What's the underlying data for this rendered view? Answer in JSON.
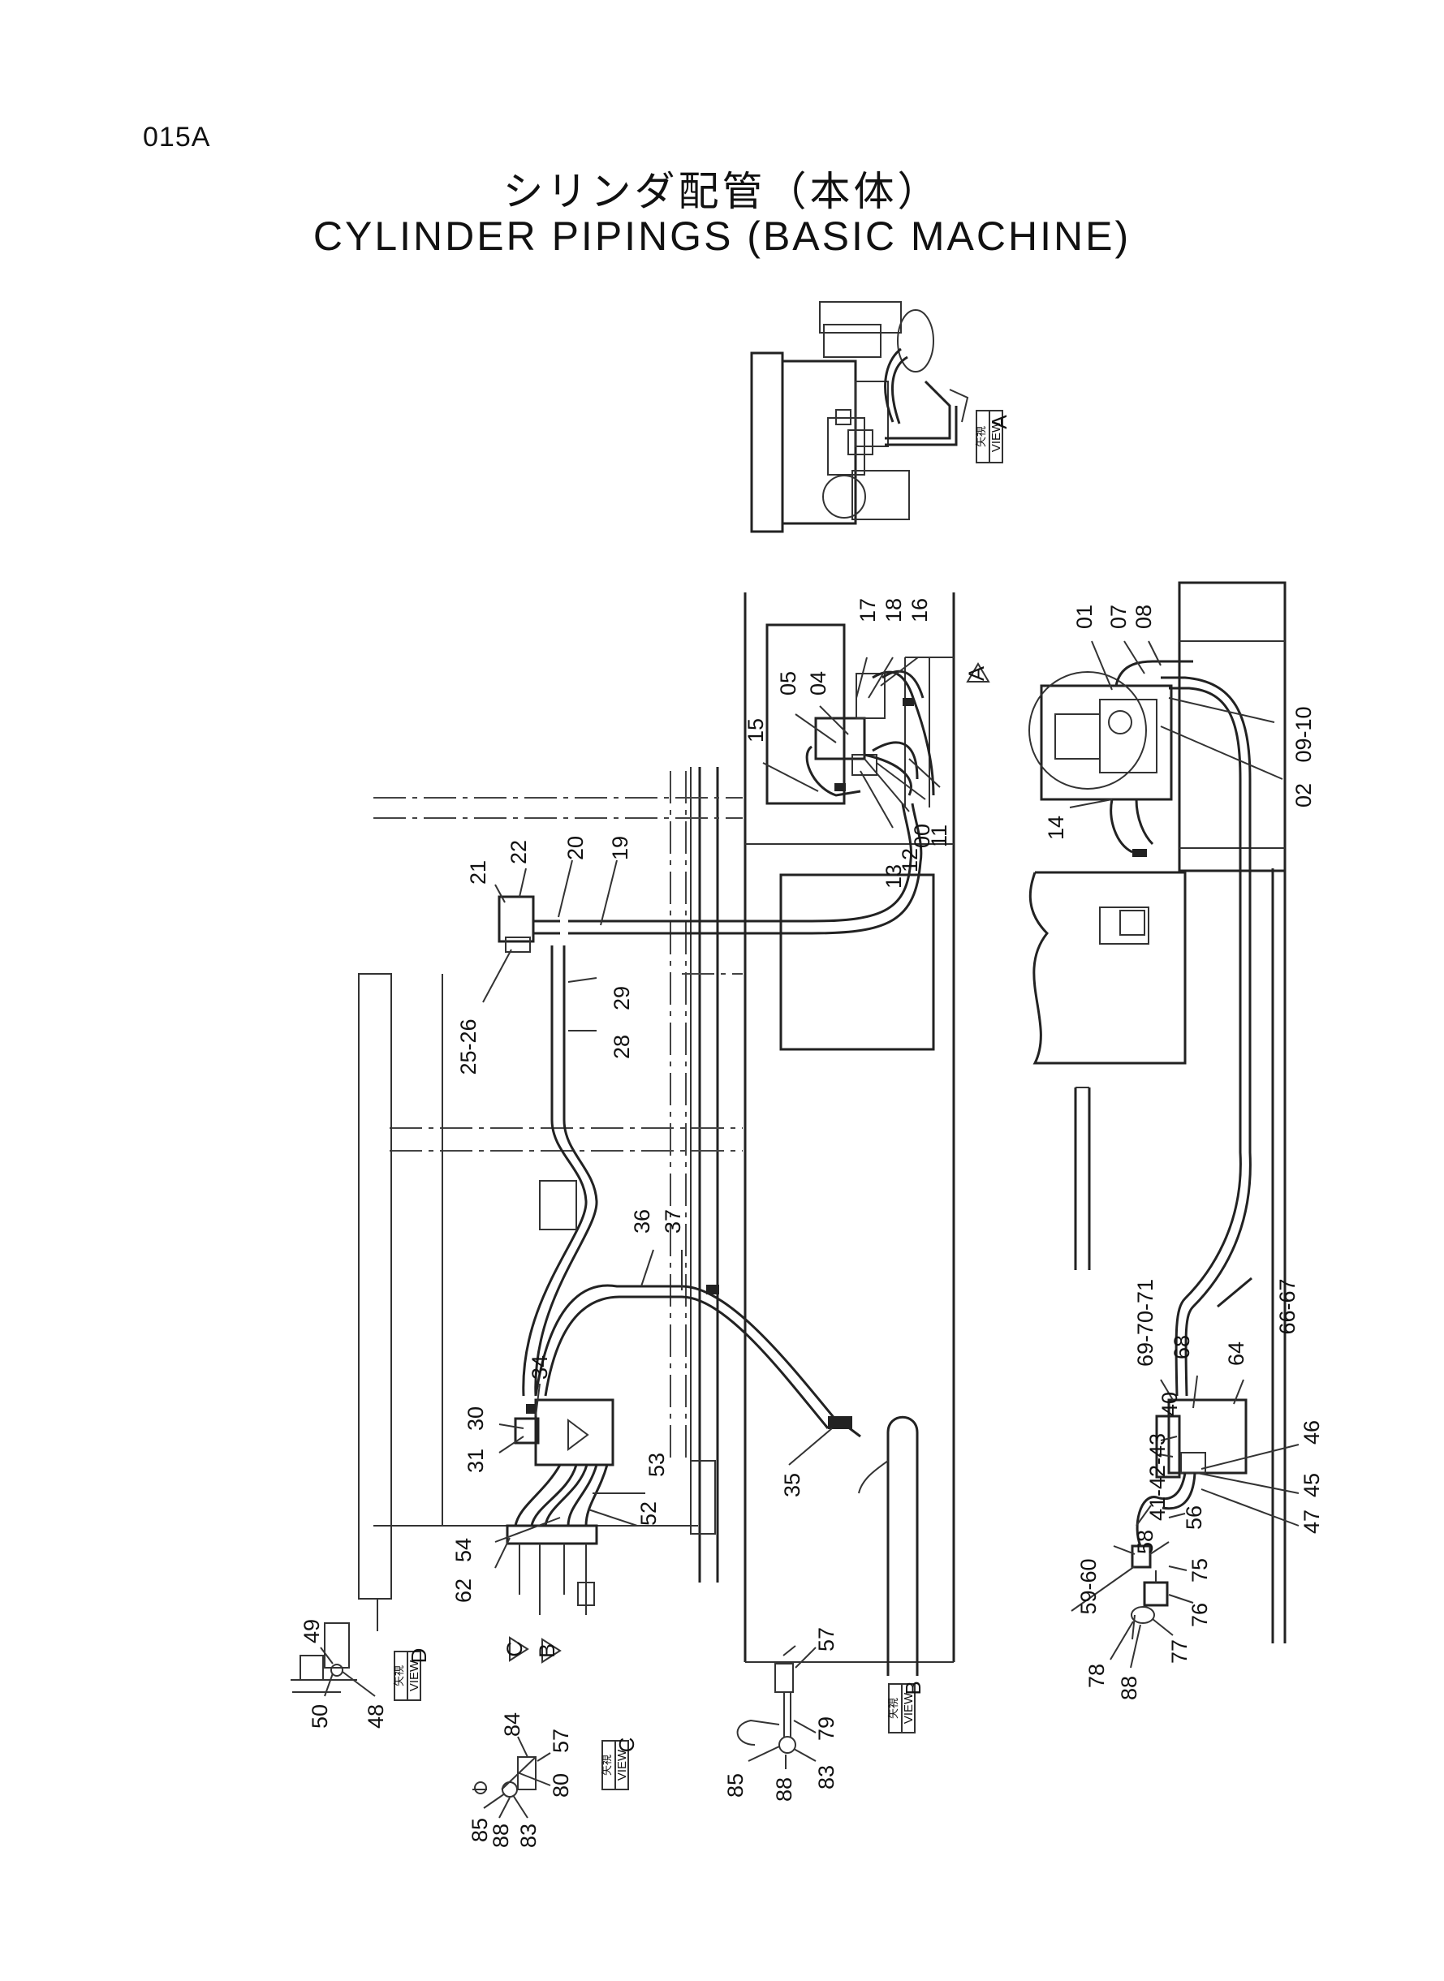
{
  "page_code": "015A",
  "title_jp": "シリンダ配管（本体）",
  "title_en": "CYLINDER PIPINGS (BASIC MACHINE)",
  "views": {
    "a": {
      "jp": "矢視",
      "en": "VIEW",
      "letter": "A"
    },
    "b": {
      "jp": "矢視",
      "en": "VIEW",
      "letter": "B"
    },
    "c": {
      "jp": "矢視",
      "en": "VIEW",
      "letter": "C"
    },
    "d": {
      "jp": "矢視",
      "en": "VIEW",
      "letter": "D"
    }
  },
  "markers": {
    "a": "A",
    "b": "B",
    "c": "C"
  },
  "callouts": {
    "c17": "17",
    "c18": "18",
    "c16": "16",
    "c04": "04",
    "c05": "05",
    "c15": "15",
    "c11": "11",
    "c00": "00",
    "c12": "12",
    "c13": "13",
    "c01": "01",
    "c07": "07",
    "c08": "08",
    "c09_10": "09-10",
    "c02": "02",
    "c14": "14",
    "c22": "22",
    "c21": "21",
    "c20": "20",
    "c19": "19",
    "c25_26": "25-26",
    "c29": "29",
    "c28": "28",
    "c36": "36",
    "c37": "37",
    "c34": "34",
    "c30": "30",
    "c31": "31",
    "c35": "35",
    "c53": "53",
    "c52": "52",
    "c54": "54",
    "c62": "62",
    "c69_70_71": "69-70-71",
    "c68": "68",
    "c64": "64",
    "c66_67": "66-67",
    "c40": "40",
    "c46": "46",
    "c41_42_43": "41-42-43",
    "c45": "45",
    "c47": "47",
    "c58": "58",
    "c56": "56",
    "c59_60": "59-60",
    "c75": "75",
    "c76": "76",
    "c77": "77",
    "c78": "78",
    "c88a": "88",
    "c49": "49",
    "c50": "50",
    "c48": "48",
    "c84": "84",
    "c57a": "57",
    "c80": "80",
    "c85a": "85",
    "c88b": "88",
    "c83a": "83",
    "c57b": "57",
    "c79": "79",
    "c85b": "85",
    "c88c": "88",
    "c83b": "83"
  }
}
